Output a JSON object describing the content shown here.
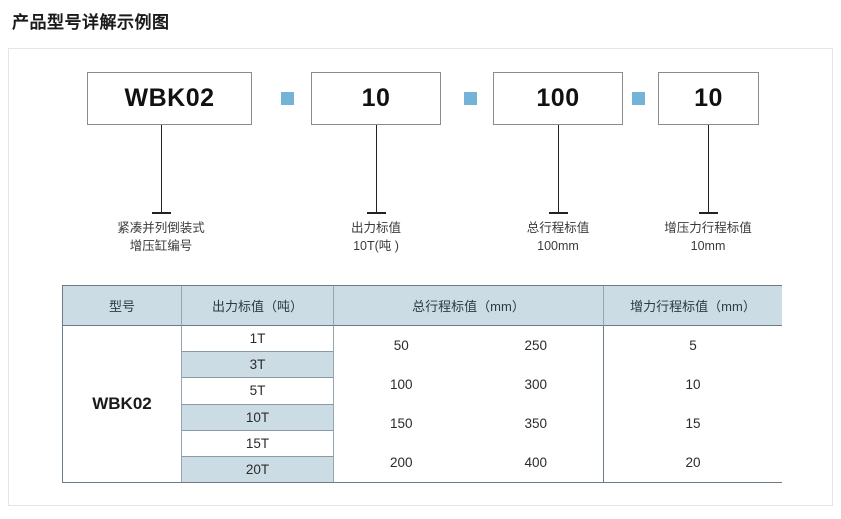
{
  "page_title": "产品型号详解示例图",
  "diagram": {
    "separator_color": "#74b3d8",
    "segments": [
      {
        "code": "WBK02",
        "caption_line1": "紧凑并列倒装式",
        "caption_line2": "增压缸编号"
      },
      {
        "code": "10",
        "caption_line1": "出力标值",
        "caption_line2": "10T(吨 )"
      },
      {
        "code": "100",
        "caption_line1": "总行程标值",
        "caption_line2": "100mm"
      },
      {
        "code": "10",
        "caption_line1": "增压力行程标值",
        "caption_line2": "10mm"
      }
    ]
  },
  "table": {
    "header_bg": "#ccdce5",
    "headers": [
      "型号",
      "出力标值（吨）",
      "总行程标值（mm）",
      "增力行程标值（mm）"
    ],
    "model": "WBK02",
    "force_ratings": [
      "1T",
      "3T",
      "5T",
      "10T",
      "15T",
      "20T"
    ],
    "total_stroke": [
      [
        "50",
        "250"
      ],
      [
        "100",
        "300"
      ],
      [
        "150",
        "350"
      ],
      [
        "200",
        "400"
      ]
    ],
    "boost_stroke": [
      "5",
      "10",
      "15",
      "20"
    ]
  }
}
